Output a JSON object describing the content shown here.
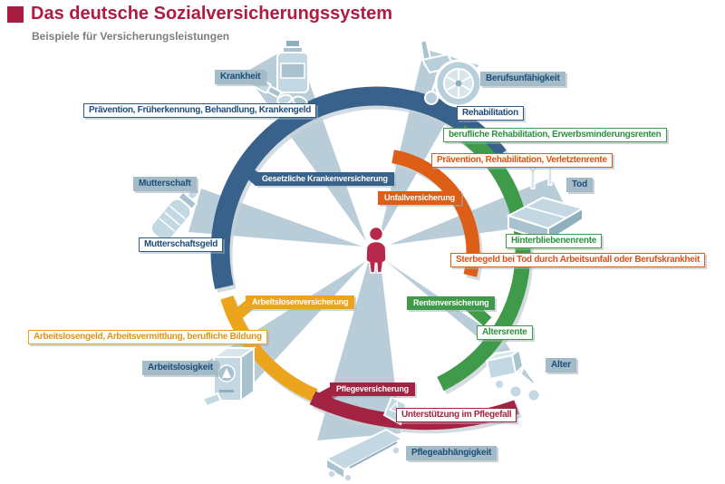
{
  "header": {
    "title": "Das deutsche Sozialversicherungssystem",
    "subtitle": "Beispiele für Versicherungsleistungen"
  },
  "insurances": {
    "health": "Gesetzliche Krankenversicherung",
    "accident": "Unfallversicherung",
    "pension": "Rentenversicherung",
    "unemployment": "Arbeitslosenversicherung",
    "care": "Pflegeversicherung"
  },
  "risks": {
    "sickness": "Krankheit",
    "occupational_disability": "Berufsunfähigkeit",
    "maternity": "Mutterschaft",
    "death": "Tod",
    "unemployment": "Arbeitslosigkeit",
    "old_age": "Alter",
    "care_dependency": "Pflegeabhängigkeit"
  },
  "benefits": {
    "health_prevention": "Prävention, Früherkennung, Behandlung, Krankengeld",
    "rehabilitation": "Rehabilitation",
    "occupational_rehab": "berufliche Rehabilitation, Erwerbsminderungsrenten",
    "accident_prevention": "Prävention, Rehabilitation, Verletztenrente",
    "maternity_benefit": "Mutterschaftsgeld",
    "survivors_pension": "Hinterbliebenenrente",
    "death_grant": "Sterbegeld bei Tod durch Arbeitsunfall oder Berufskrankheit",
    "unemployment_benefit": "Arbeitslosengeld, Arbeitsvermittlung, berufliche Bildung",
    "old_age_pension": "Altersrente",
    "care_support": "Unterstützung im Pflegefall"
  },
  "icons": {
    "sickness": "medicine-bottle-syringe-icon",
    "occupational_disability": "wheelchair-icon",
    "maternity": "baby-bottle-icon",
    "death": "coffin-candles-icon",
    "unemployment": "atm-machine-icon",
    "old_age": "rollator-icon",
    "care_dependency": "hospital-bed-icon",
    "center": "person-icon"
  },
  "colors": {
    "title_red": "#b01b41",
    "health_blue": "#38628c",
    "accident_orange": "#dd5e17",
    "pension_green": "#3f9b49",
    "unemployment_amber": "#eca41d",
    "care_red": "#a32442",
    "risk_label_bg": "#a3bcc8",
    "risk_label_text": "#1d4d7a",
    "ray_blue": "#b9cdd8"
  }
}
